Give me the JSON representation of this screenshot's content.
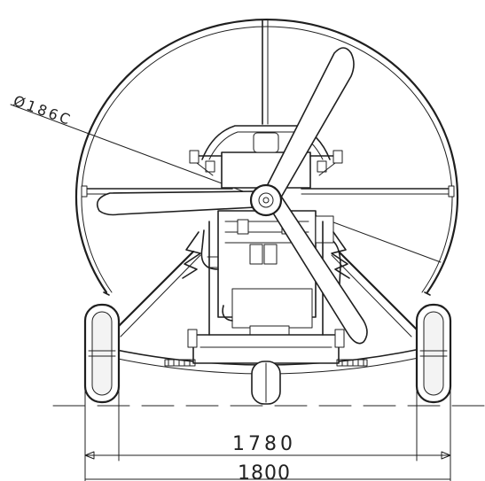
{
  "diagram": {
    "labels": {
      "propeller_diameter": "Ø186C",
      "inner_track_width": "1780",
      "outer_track_width": "1800"
    },
    "colors": {
      "ink": "#1f1f1f",
      "paper": "#ffffff"
    },
    "icons": {
      "propeller": "propeller-icon",
      "wheel": "wheel-icon",
      "engine": "engine-icon",
      "cage": "cage-icon"
    }
  }
}
